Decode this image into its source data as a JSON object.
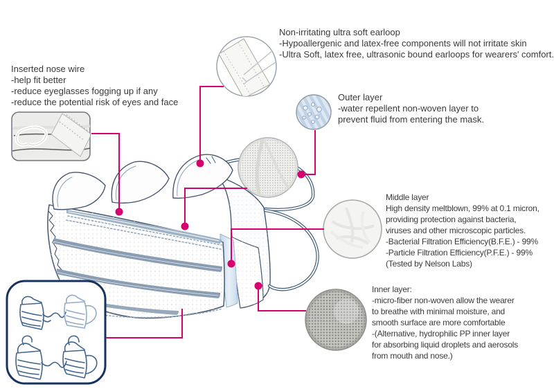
{
  "colors": {
    "accent": "#d6006e",
    "box_border": "#16325f",
    "mask_outline": "#46566e",
    "layer_blue": "#c9d9ea",
    "sketch_blue": "#41658d",
    "circle_edge": "#9aa3ad",
    "text": "#3a3a38"
  },
  "annotations": {
    "earloop": {
      "title": "Non-irritating ultra soft earloop",
      "lines": [
        "-Hypoallergenic and latex-free components will not irritate skin",
        "-Ultra Soft, latex free, ultrasonic bound earloops for wearers' comfort."
      ]
    },
    "nose_wire": {
      "title": "Inserted nose wire",
      "lines": [
        "-help fit better",
        "-reduce eyeglasses fogging up if any",
        "-reduce the potential risk of eyes and face"
      ]
    },
    "outer_layer": {
      "title": "Outer layer",
      "lines": [
        "-water repellent non-woven layer to",
        "prevent fluid from entering the mask."
      ]
    },
    "middle_layer": {
      "title": "Middle layer",
      "lines": [
        "High density meltblown, 99% at 0.1 micron,",
        "providing protection against bacteria,",
        "viruses and other microscopic particles.",
        "-Bacterial Filtration Efficiency(B.F.E.) - 99%",
        "-Particle Filtration Efficiency(P.F.E.) - 99%",
        "(Tested by Nelson Labs)"
      ]
    },
    "inner_layer": {
      "title": "Inner layer:",
      "lines": [
        "-micro-fiber non-woven allow the wearer",
        "to breathe with minimal moisture, and",
        "smooth surface are more comfortable",
        "-(Alternative, hydrophilic PP inner layer",
        "for absorbing liquid droplets and aerosols",
        "from mouth and nose.)"
      ]
    }
  }
}
